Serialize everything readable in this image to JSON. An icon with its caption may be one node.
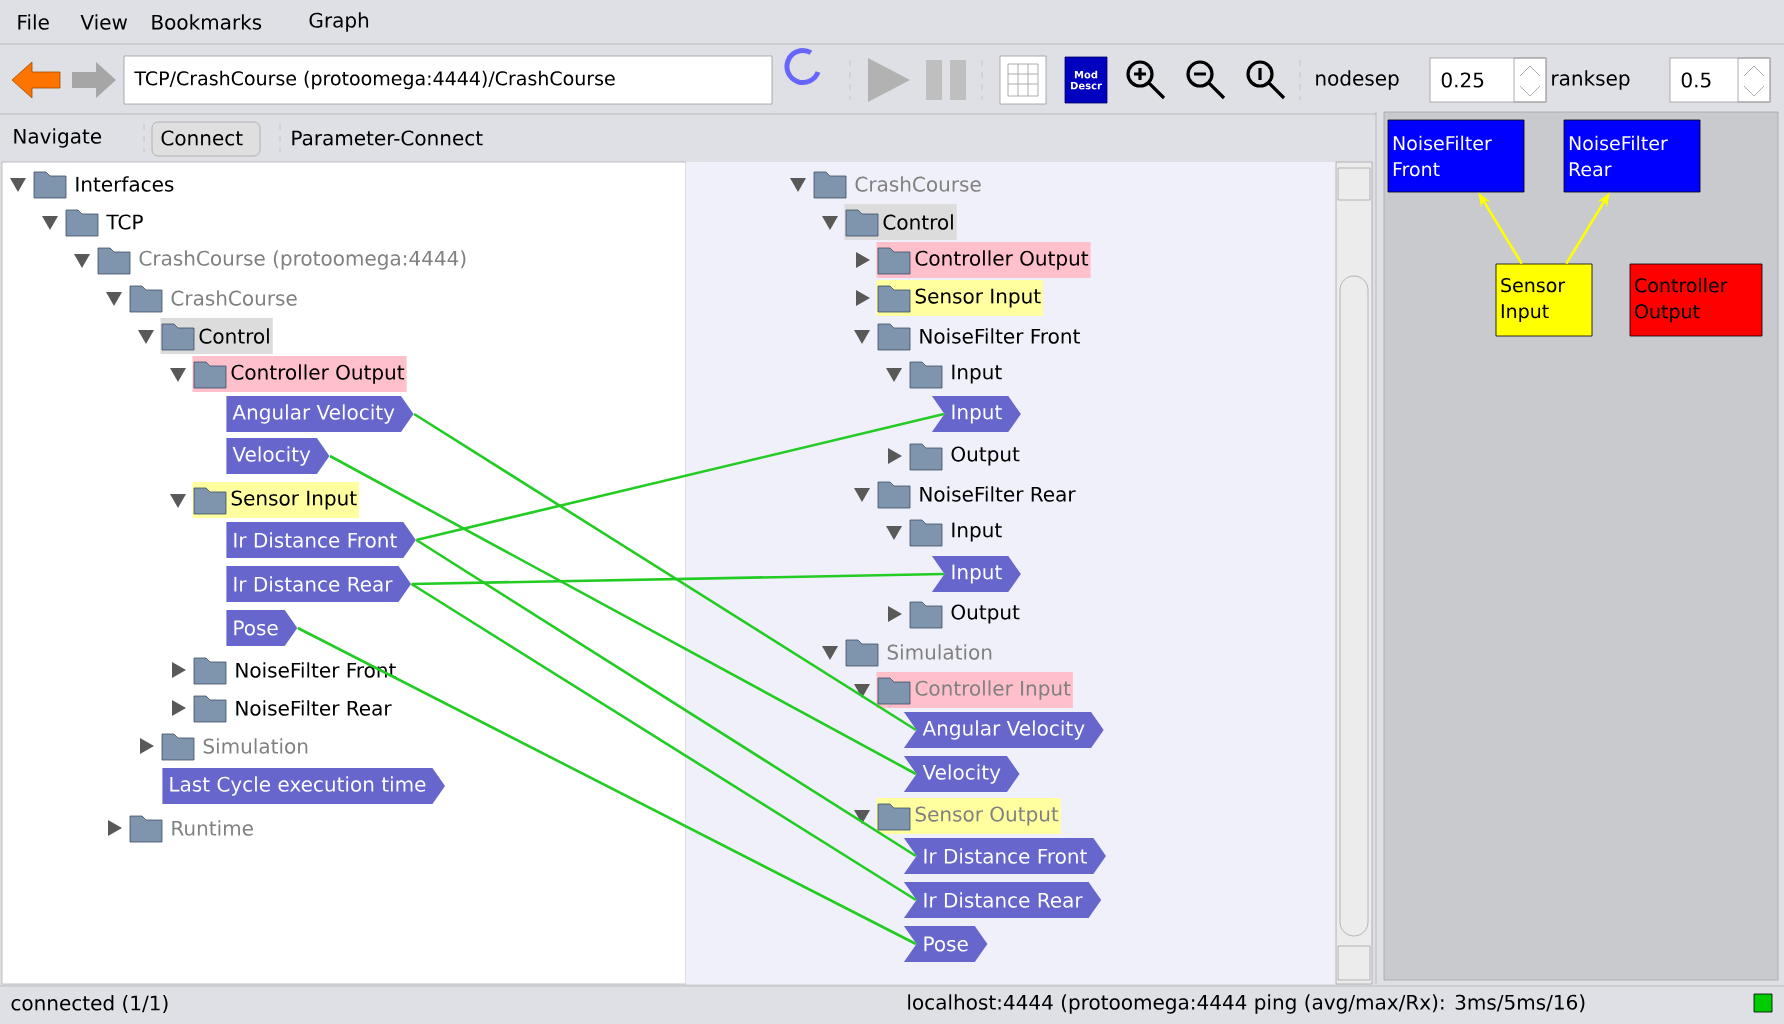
{
  "diagram": {
    "nodes": [
      {
        "text": [
          "Control"
        ]
      },
      {
        "text": [
          "Controller Output"
        ]
      },
      {
        "text": [
          "Angular Velocity"
        ]
      },
      {
        "text": [
          "Velocity"
        ]
      },
      {
        "text": [
          "Sensor Input"
        ]
      },
      {
        "text": [
          "Ir Distance Front"
        ]
      },
      {
        "text": [
          "Ir Distance Rear"
        ]
      },
      {
        "text": [
          "Pose"
        ]
      },
      {
        "text": [
          "Last Cycle execution time"
        ]
      },
      {
        "text": [
          "Control"
        ]
      },
      {
        "text": [
          "Controller Output"
        ]
      },
      {
        "text": [
          "Sensor Input"
        ]
      },
      {
        "text": [
          "Input"
        ]
      },
      {
        "text": [
          "Input"
        ]
      },
      {
        "text": [
          "Controller Input"
        ]
      },
      {
        "text": [
          "Angular Velocity"
        ]
      },
      {
        "text": [
          "Velocity"
        ]
      },
      {
        "text": [
          "Sensor Output"
        ]
      },
      {
        "text": [
          "Ir Distance Front"
        ]
      },
      {
        "text": [
          "Ir Distance Rear"
        ]
      },
      {
        "text": [
          "Pose"
        ]
      },
      {
        "text": [
          "NoiseFilter Front"
        ]
      },
      {
        "text": [
          "NoiseFilter Rear"
        ]
      },
      {
        "text": [
          "Sensor Input"
        ]
      },
      {
        "text": [
          "Controller Output"
        ]
      }
    ],
    "edges": [
      {
        "from": 2,
        "to": 15,
        "arrow": "none"
      },
      {
        "from": 3,
        "to": 16,
        "arrow": "none"
      },
      {
        "from": 5,
        "to": 12,
        "arrow": "none"
      },
      {
        "from": 5,
        "to": 18,
        "arrow": "none"
      },
      {
        "from": 6,
        "to": 13,
        "arrow": "none"
      },
      {
        "from": 6,
        "to": 19,
        "arrow": "none"
      },
      {
        "from": 7,
        "to": 20,
        "arrow": "none"
      },
      {
        "from": 23,
        "to": 21,
        "arrow": "to",
        "color": "#ffff00"
      },
      {
        "from": 23,
        "to": 22,
        "arrow": "to",
        "color": "#ffff00"
      }
    ],
    "labels": [
      "File",
      "View",
      "Bookmarks",
      "Graph",
      "TCP/CrashCourse (protoomega:4444)/CrashCourse",
      "Mod Descr",
      "nodesep",
      "0.25",
      "ranksep",
      "0.5",
      "Navigate",
      "Connect",
      "Parameter-Connect",
      "Interfaces",
      "TCP",
      "CrashCourse (protoomega:4444)",
      "CrashCourse",
      "NoiseFilter Front",
      "NoiseFilter Rear",
      "Simulation",
      "Runtime",
      "CrashCourse",
      "NoiseFilter Front",
      "Input",
      "Output",
      "NoiseFilter Rear",
      "Input",
      "Output",
      "Simulation",
      "connected (1/1)",
      "localhost:4444 (protoomega:4444 ping (avg/max/Rx): 3ms/5ms/16)"
    ]
  }
}
